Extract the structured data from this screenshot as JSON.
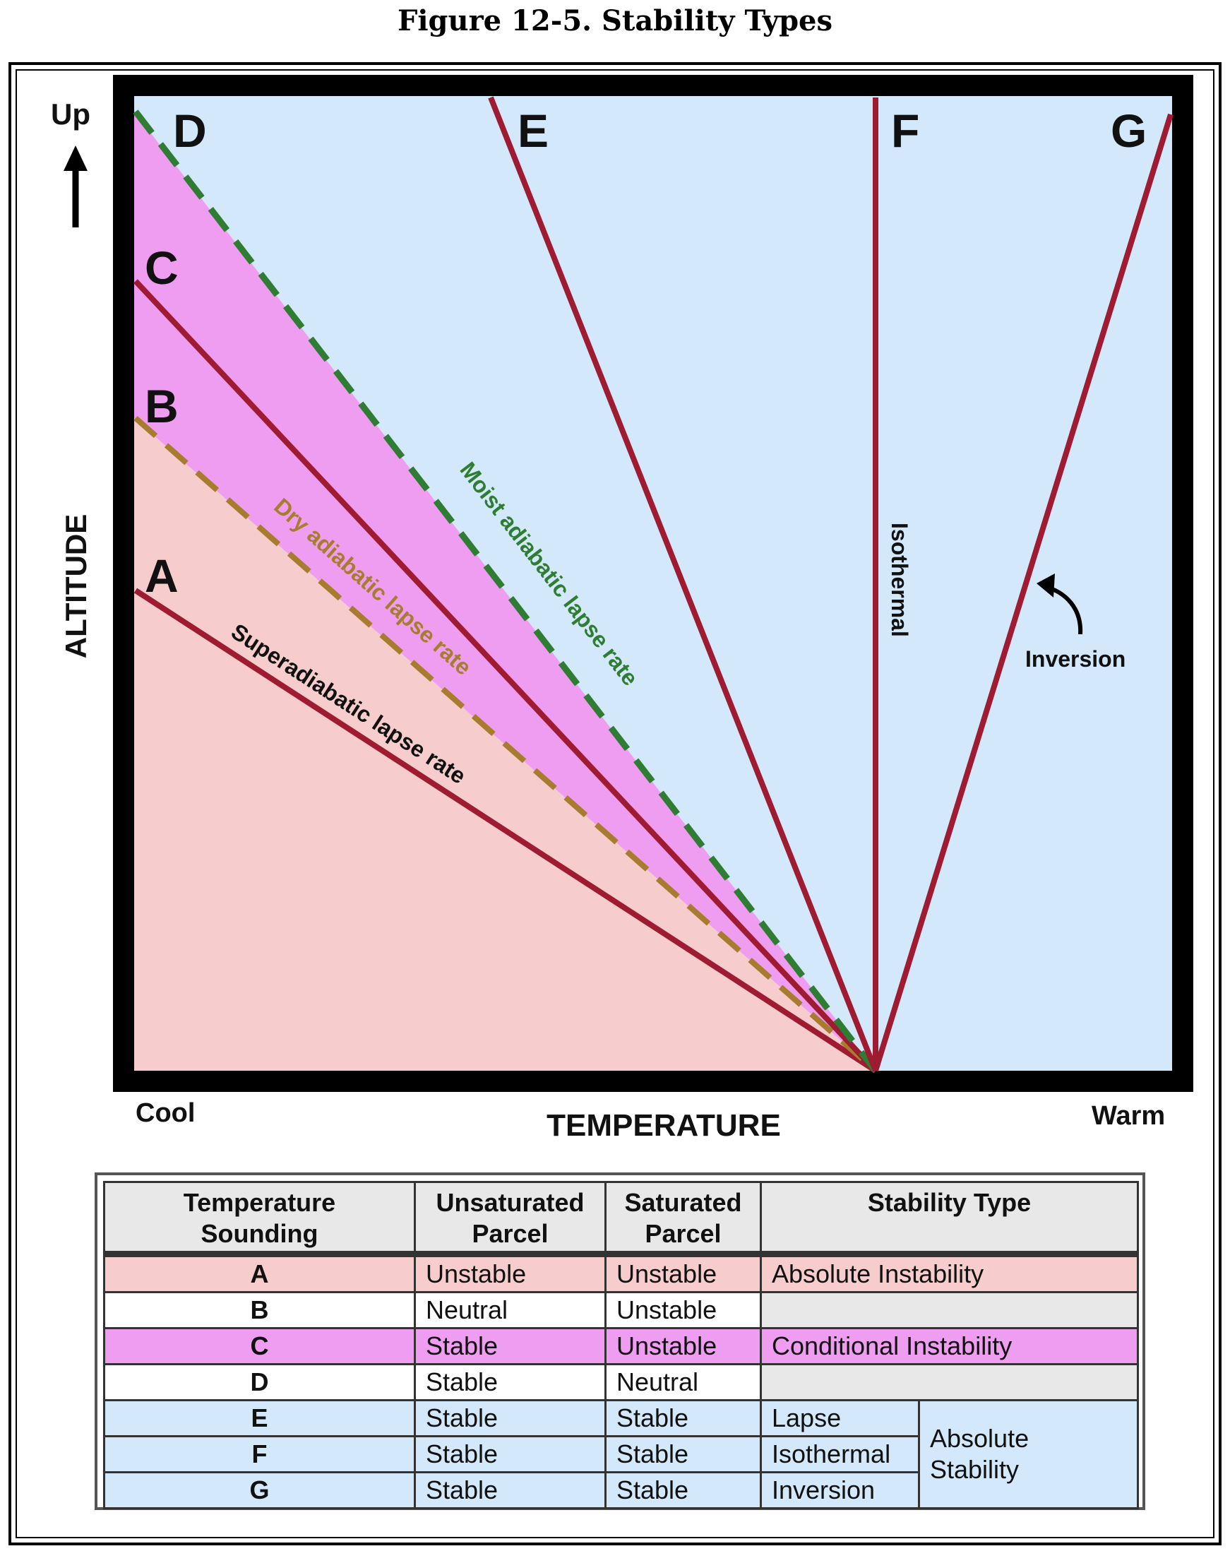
{
  "caption": "Figure 12-5. Stability Types",
  "axes": {
    "y_label": "ALTITUDE",
    "up_label": "Up",
    "x_label": "TEMPERATURE",
    "x_min_label": "Cool",
    "x_max_label": "Warm"
  },
  "line_letters": {
    "A": "A",
    "B": "B",
    "C": "C",
    "D": "D",
    "E": "E",
    "F": "F",
    "G": "G"
  },
  "line_labels": {
    "superadiabatic": "Superadiabatic lapse rate",
    "dry": "Dry adiabatic lapse rate",
    "moist": "Moist adiabatic lapse rate",
    "isothermal": "Isothermal",
    "inversion": "Inversion"
  },
  "colors": {
    "region_absolute_instability": "#f6cccc",
    "region_conditional_instability": "#ef9df0",
    "region_absolute_stability": "#d3e8fa",
    "sounding_line": "#9e1b32",
    "dry_adiabat": "#a87c2e",
    "moist_adiabat": "#2e7d32",
    "frame": "#000000"
  },
  "table": {
    "headers": {
      "sounding_1": "Temperature",
      "sounding_2": "Sounding",
      "unsat_1": "Unsaturated",
      "unsat_2": "Parcel",
      "sat_1": "Saturated",
      "sat_2": "Parcel",
      "type": "Stability Type"
    },
    "rows": [
      {
        "sounding": "A",
        "unsaturated": "Unstable",
        "saturated": "Unstable",
        "type": "Absolute Instability"
      },
      {
        "sounding": "B",
        "unsaturated": "Neutral",
        "saturated": "Unstable",
        "type": ""
      },
      {
        "sounding": "C",
        "unsaturated": "Stable",
        "saturated": "Unstable",
        "type": "Conditional Instability"
      },
      {
        "sounding": "D",
        "unsaturated": "Stable",
        "saturated": "Neutral",
        "type": ""
      },
      {
        "sounding": "E",
        "unsaturated": "Stable",
        "saturated": "Stable",
        "type": "Lapse"
      },
      {
        "sounding": "F",
        "unsaturated": "Stable",
        "saturated": "Stable",
        "type": "Isothermal"
      },
      {
        "sounding": "G",
        "unsaturated": "Stable",
        "saturated": "Stable",
        "type": "Inversion"
      }
    ],
    "group_label_1": "Absolute",
    "group_label_2": "Stability"
  }
}
